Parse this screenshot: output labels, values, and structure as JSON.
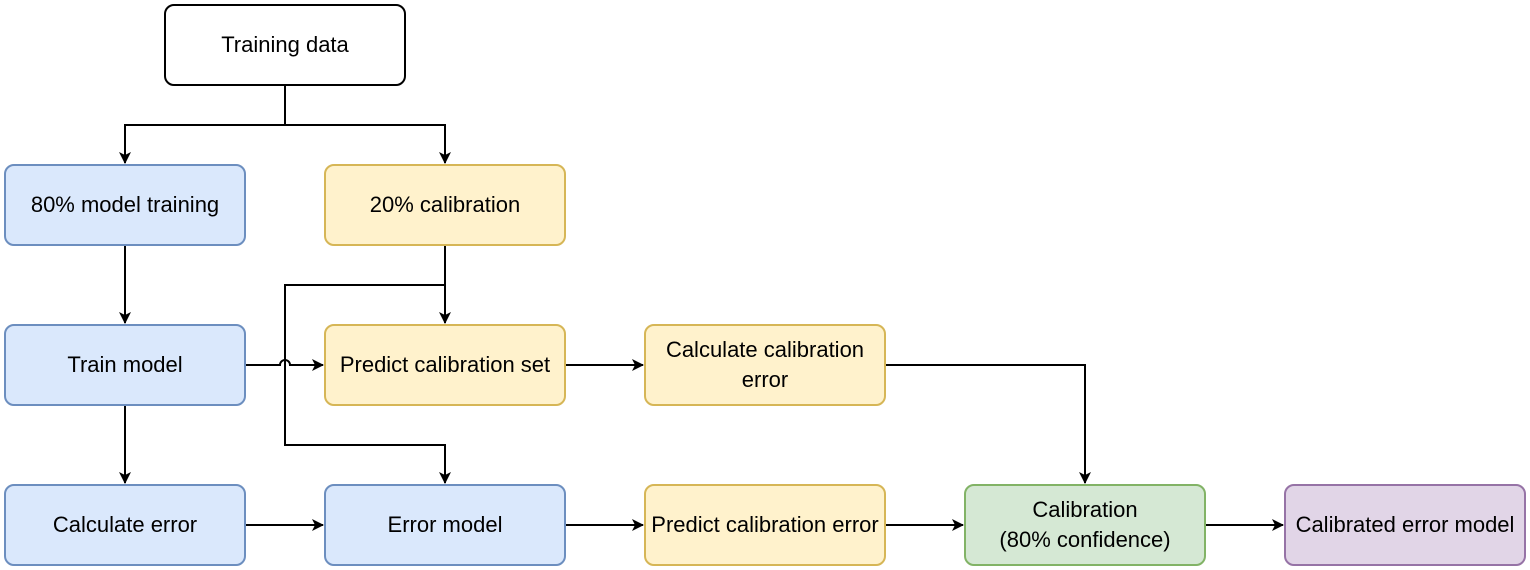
{
  "nodes": {
    "training_data": "Training data",
    "model_training": "80% model training",
    "calibration_split": "20% calibration",
    "train_model": "Train model",
    "predict_calibration_set": "Predict calibration set",
    "calculate_calibration_error": "Calculate calibration error",
    "calculate_error": "Calculate error",
    "error_model": "Error model",
    "predict_calibration_error": "Predict calibration error",
    "calibration": "Calibration\n(80% confidence)",
    "calibrated_error_model": "Calibrated error model"
  },
  "colors": {
    "white_fill": "#ffffff",
    "blue_fill": "#dae8fc",
    "blue_stroke": "#6c8ebf",
    "yellow_fill": "#fff2cc",
    "yellow_stroke": "#d6b656",
    "green_fill": "#d5e8d4",
    "green_stroke": "#82b366",
    "purple_fill": "#e1d5e7",
    "purple_stroke": "#9673a6",
    "edge": "#000000"
  }
}
